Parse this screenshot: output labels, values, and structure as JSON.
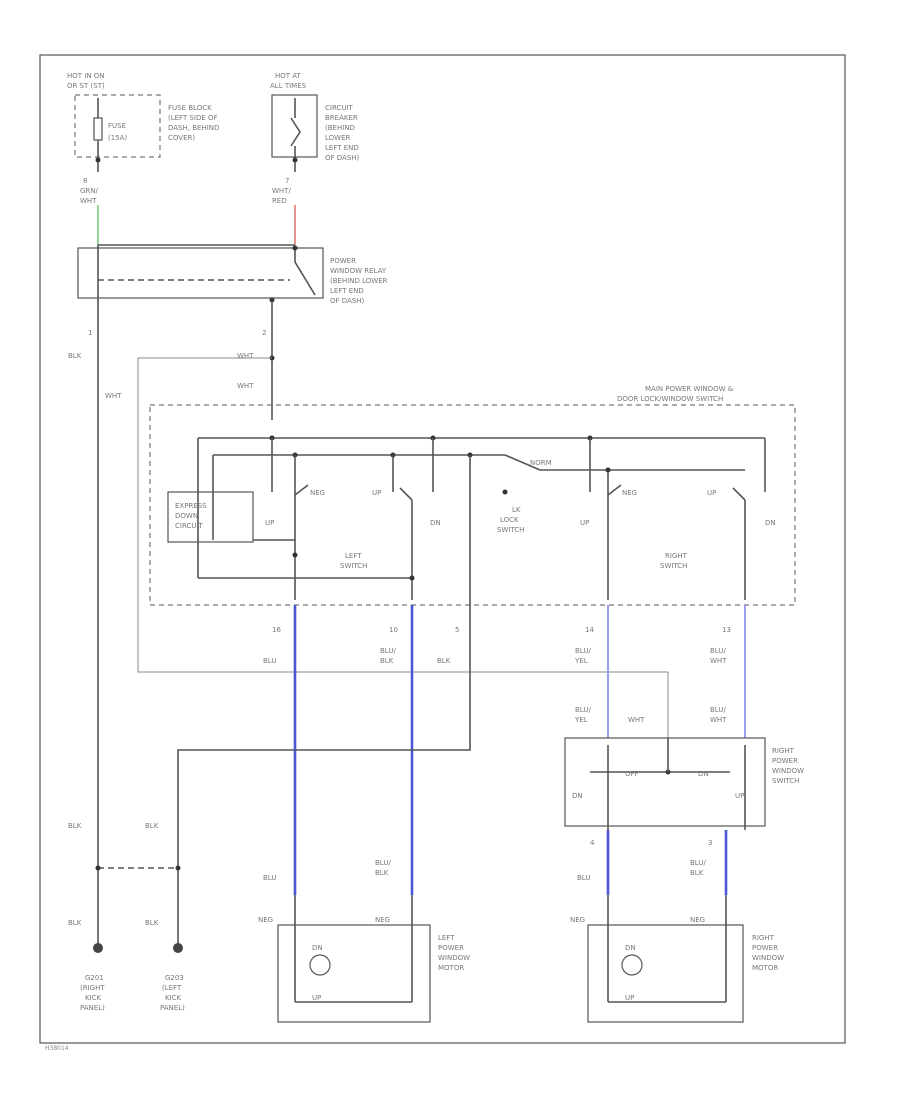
{
  "labels": {
    "hot_in_on": "HOT IN ON",
    "or_start": "OR ST (ST)",
    "fuse": "FUSE",
    "fuse_amp": "(15A)",
    "fuse_block": "FUSE BLOCK",
    "fuse_block_loc1": "(LEFT SIDE OF",
    "fuse_block_loc2": "DASH, BEHIND",
    "fuse_block_loc3": "COVER)",
    "hot_at_all": "HOT AT",
    "all_times": "ALL TIMES",
    "circuit_breaker": "CIRCUIT",
    "cb2": "BREAKER",
    "cb3": "(BEHIND",
    "cb4": "LOWER",
    "cb5": "LEFT END",
    "cb6": "OF DASH)",
    "w1_num": "8",
    "w1_color1": "GRN/",
    "w1_color2": "WHT",
    "w2_num": "7",
    "w2_color1": "WHT/",
    "w2_color2": "RED",
    "relay1": "POWER",
    "relay2": "WINDOW RELAY",
    "relay3": "(BEHIND LOWER",
    "relay4": "LEFT END",
    "relay5": "OF DASH)",
    "relay_p1": "1",
    "relay_p2": "2",
    "blk": "BLK",
    "wht": "WHT",
    "main_switch1": "MAIN POWER WINDOW &",
    "main_switch2": "DOOR LOCK/WINDOW SWITCH",
    "norm": "NORM",
    "lock": "LOCK",
    "lock_switch1": "LK",
    "lock_switch2": "LOCK",
    "lock_switch3": "SWITCH",
    "express1": "EXPRESS",
    "express2": "DOWN",
    "express3": "CIRCUIT",
    "up": "UP",
    "dn": "DN",
    "left_switch1": "LEFT",
    "left_switch2": "SWITCH",
    "right_switch1": "RIGHT",
    "right_switch2": "SWITCH",
    "p16": "16",
    "p10": "10",
    "p5": "5",
    "p14": "14",
    "p13": "13",
    "blu": "BLU",
    "blu_blk1": "BLU/",
    "blk2": "BLK",
    "blu_yel1": "BLU/",
    "yel": "YEL",
    "blu_wht1": "BLU/",
    "wht2": "WHT",
    "rp_switch1": "RIGHT",
    "rp_switch2": "POWER",
    "rp_switch3": "WINDOW",
    "rp_switch4": "SWITCH",
    "off": "OFF",
    "p4": "4",
    "p3": "3",
    "neg": "NEG",
    "left_motor1": "LEFT",
    "left_motor2": "POWER",
    "left_motor3": "WINDOW",
    "left_motor4": "MOTOR",
    "right_motor1": "RIGHT",
    "right_motor2": "POWER",
    "right_motor3": "WINDOW",
    "right_motor4": "MOTOR",
    "g201a": "G201",
    "g201b": "(RIGHT",
    "g201c": "KICK",
    "g201d": "PANEL)",
    "g203a": "G203",
    "g203b": "(LEFT",
    "g203c": "KICK",
    "g203d": "PANEL)",
    "footer": "H38014"
  }
}
